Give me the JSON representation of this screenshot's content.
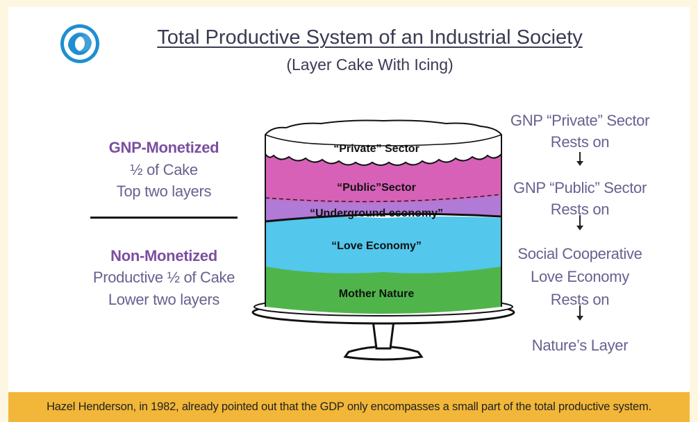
{
  "header": {
    "title": "Total Productive System of an Industrial Society",
    "subtitle": "(Layer Cake With Icing)",
    "logo_icon": "swirl-logo-icon"
  },
  "left_panel": {
    "monetized": {
      "heading": "GNP-Monetized",
      "line1": "½ of Cake",
      "line2": "Top two layers"
    },
    "non_monetized": {
      "heading": "Non-Monetized",
      "line1": "Productive ½ of Cake",
      "line2": "Lower two layers"
    }
  },
  "cake": {
    "layers": [
      {
        "label": "“Private” Sector",
        "color": "#ffffff"
      },
      {
        "label": "“Public”Sector",
        "color": "#d861b8"
      },
      {
        "label": "“Underground economy”",
        "color": "#b07ad6"
      },
      {
        "label": "“Love Economy”",
        "color": "#53c7ec"
      },
      {
        "label": "Mother Nature",
        "color": "#4fb54a"
      }
    ]
  },
  "right_panel": {
    "steps": [
      {
        "line1": "GNP “Private” Sector",
        "line2": "Rests on"
      },
      {
        "line1": "GNP “Public” Sector",
        "line2": "Rests on"
      },
      {
        "line1": "Social Cooperative",
        "line2": "Love Economy",
        "line3": "Rests on"
      },
      {
        "line1": "Nature’s Layer"
      }
    ]
  },
  "caption": "Hazel Henderson, in 1982, already pointed out that the GDP only encompasses a small part of the total productive system.",
  "colors": {
    "accent_text": "#6a5f90",
    "caption_bar": "#f2b738",
    "logo_blue": "#1e8fd0"
  }
}
